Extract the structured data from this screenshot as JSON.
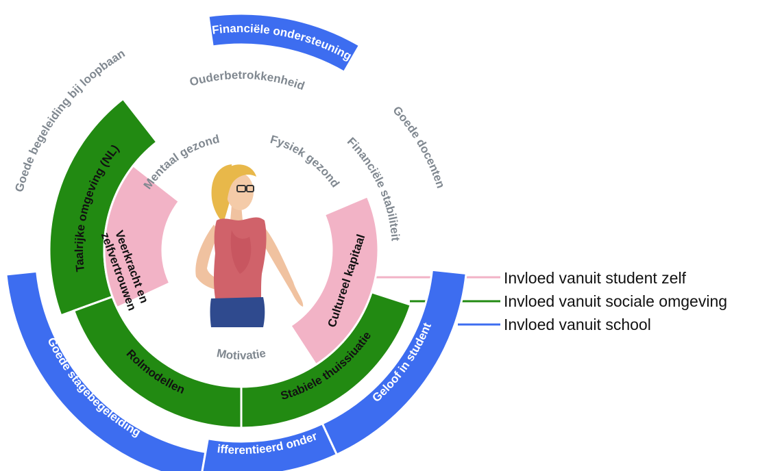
{
  "colors": {
    "school": "#3d6df0",
    "social": "#228a12",
    "student": "#f2b3c6",
    "gray_text": "#808890",
    "dark_text": "#111111",
    "white_text": "#ffffff"
  },
  "legend": [
    {
      "label": "Invloed vanuit student zelf",
      "color": "#f2b3c6"
    },
    {
      "label": "Invloed vanuit sociale omgeving",
      "color": "#228a12"
    },
    {
      "label": "Invloed vanuit school",
      "color": "#3d6df0"
    }
  ],
  "student_segments": [
    {
      "label": "Veerkracht en zelfvertrouwen"
    },
    {
      "label": "Cultureel kapitaal"
    }
  ],
  "social_segments": [
    {
      "label": "Taalrijke omgeving (NL)"
    },
    {
      "label": "Rolmodellen"
    },
    {
      "label": "Stabiele thuissiuatie"
    }
  ],
  "school_segments": [
    {
      "label": "Financiële ondersteuning"
    },
    {
      "label": "Goede stagebegeleiding"
    },
    {
      "label": "Gedifferentieerd onderwijs"
    },
    {
      "label": "Geloof in student"
    }
  ],
  "gray_labels": [
    {
      "label": "Ouderbetrokkenheid"
    },
    {
      "label": "Goede begeleiding bij loopbaan"
    },
    {
      "label": "Goede docenten"
    },
    {
      "label": "Mentaal gezond"
    },
    {
      "label": "Fysiek gezond"
    },
    {
      "label": "Financiële stabiliteit"
    },
    {
      "label": "Motivatie"
    }
  ],
  "center_figure": {
    "icon": "student-woman-illustration"
  }
}
